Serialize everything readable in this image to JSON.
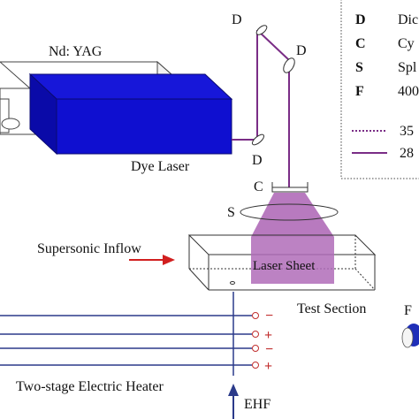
{
  "diagram": {
    "labels": {
      "yag": "Nd: YAG",
      "dye_laser": "Dye Laser",
      "mirror_d1": "D",
      "mirror_d2": "D",
      "mirror_d3": "D",
      "lens_c": "C",
      "lens_s": "S",
      "inflow": "Supersonic Inflow",
      "laser_sheet": "Laser Sheet",
      "test_section": "Test Section",
      "heater": "Two-stage Electric Heater",
      "ehf": "EHF",
      "filter_f": "F"
    },
    "polarity": [
      "−",
      "+",
      "−",
      "+"
    ],
    "legend": {
      "rows": [
        {
          "key": "D",
          "text": "Dic"
        },
        {
          "key": "C",
          "text": "Cy"
        },
        {
          "key": "S",
          "text": "Spl"
        },
        {
          "key": "F",
          "text": "400"
        }
      ],
      "lines": [
        {
          "text": "35",
          "style": "dotted"
        },
        {
          "text": "28",
          "style": "solid"
        }
      ]
    },
    "colors": {
      "beam": "#7a2d86",
      "dye_laser": "#1010d8",
      "sheet": "#b06cb8",
      "inflow_arrow": "#d11f1f",
      "wire": "#2b3a8a"
    }
  }
}
